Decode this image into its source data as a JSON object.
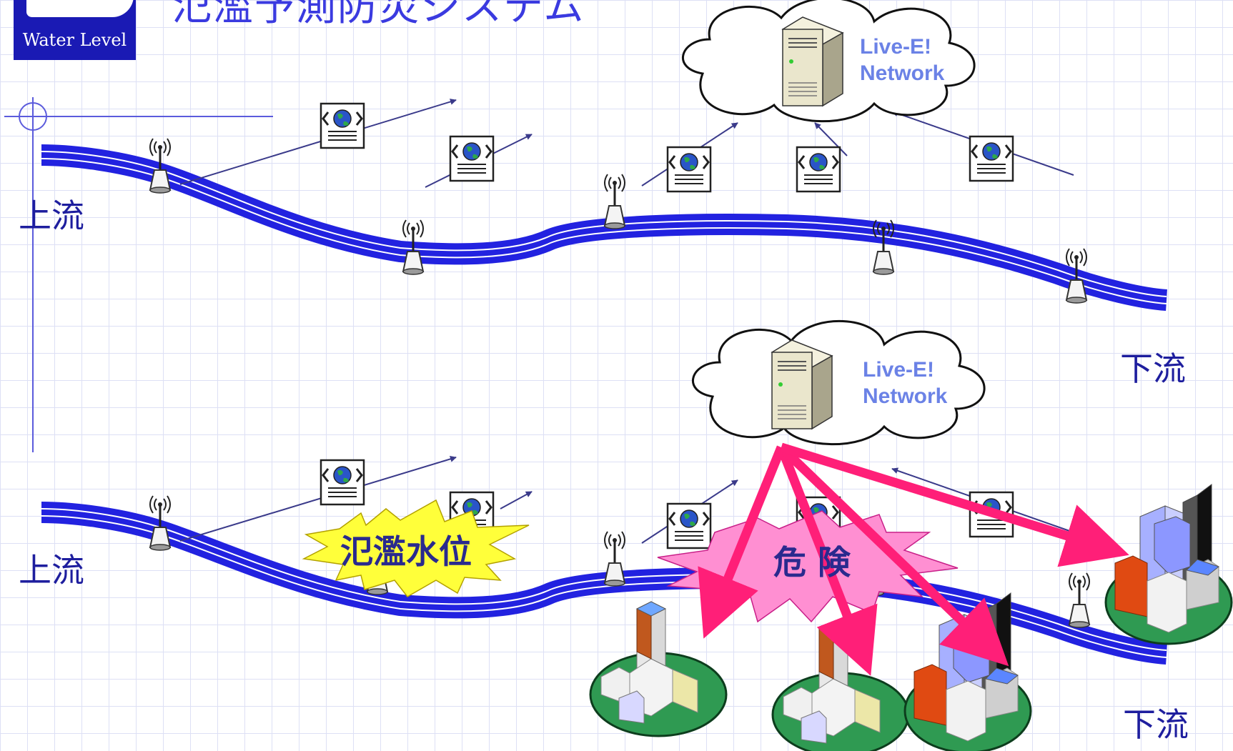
{
  "header": {
    "title": "氾濫予測防災システム",
    "logo_text": "Water Level"
  },
  "upper_panel": {
    "upstream_label": "上流",
    "downstream_label": "下流",
    "network": {
      "line1": "Live-E!",
      "line2": "Network"
    }
  },
  "lower_panel": {
    "upstream_label": "上流",
    "downstream_label": "下流",
    "network": {
      "line1": "Live-E!",
      "line2": "Network"
    },
    "flood_level_label": "氾濫水位",
    "danger_label": "危 険"
  },
  "colors": {
    "river": "#2222e0",
    "arrow": "#3a3a8a",
    "alert_arrow": "#ff1f78",
    "flood_burst": "#ffff3a",
    "danger_burst": "#ff8fd2",
    "label_text": "#1e1e9e",
    "network_text": "#6b82e6"
  },
  "icons": {
    "sensor": "sensor-antenna-icon",
    "packet": "web-data-packet-icon",
    "server": "server-icon",
    "cloud": "cloud-icon",
    "town": "town-icon",
    "city": "city-icon"
  }
}
